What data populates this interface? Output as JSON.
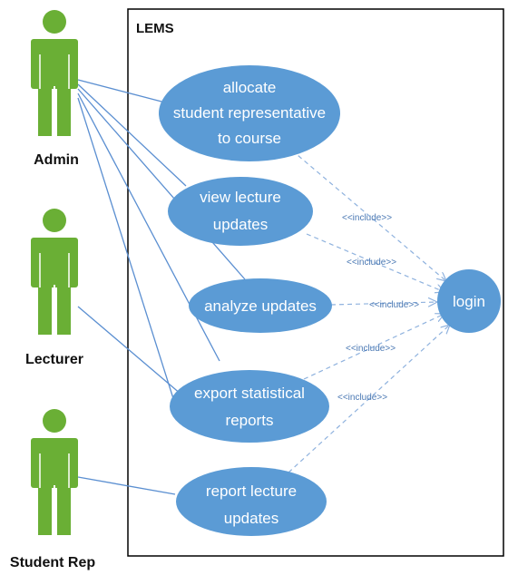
{
  "diagram": {
    "system_title": "LEMS",
    "actors": [
      {
        "label": "Admin"
      },
      {
        "label": "Lecturer"
      },
      {
        "label": "Student Rep"
      }
    ],
    "use_cases": [
      {
        "lines": [
          "allocate",
          "student representative",
          "to course"
        ]
      },
      {
        "lines": [
          "view lecture",
          "updates"
        ]
      },
      {
        "lines": [
          "analyze updates"
        ]
      },
      {
        "lines": [
          "export statistical",
          "reports"
        ]
      },
      {
        "lines": [
          "report lecture",
          "updates"
        ]
      },
      {
        "lines": [
          "login"
        ]
      }
    ],
    "include_label": "<<include>>",
    "colors": {
      "actor": "#6aaf35",
      "use_case": "#5b9bd5",
      "association_line": "#5b8fd1",
      "include_line": "#8fb2de"
    }
  }
}
